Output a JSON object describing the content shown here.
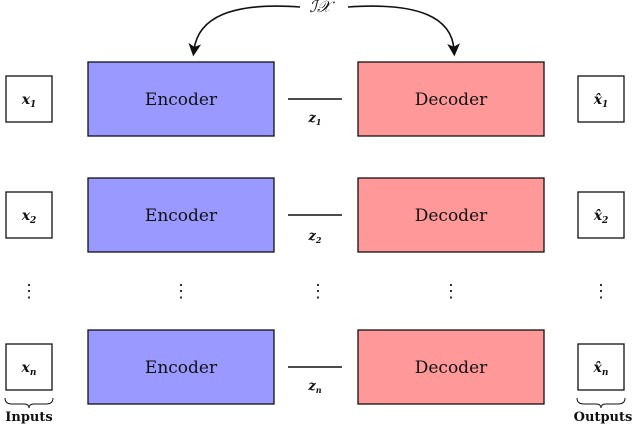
{
  "top_label": "ℐ𝒳",
  "encoder_label": "Encoder",
  "decoder_label": "Decoder",
  "colors": {
    "encoder": "#9999ff",
    "decoder": "#ff9999",
    "stroke": "#111111"
  },
  "rows": [
    {
      "input": "x",
      "input_sub": "1",
      "latent": "z",
      "latent_sub": "1",
      "output": "x̂",
      "output_sub": "1"
    },
    {
      "input": "x",
      "input_sub": "2",
      "latent": "z",
      "latent_sub": "2",
      "output": "x̂",
      "output_sub": "2"
    },
    {
      "input": "x",
      "input_sub": "n",
      "latent": "z",
      "latent_sub": "n",
      "output": "x̂",
      "output_sub": "n"
    }
  ],
  "ellipsis": "⋮",
  "inputs_label": "Inputs",
  "outputs_label": "Outputs"
}
